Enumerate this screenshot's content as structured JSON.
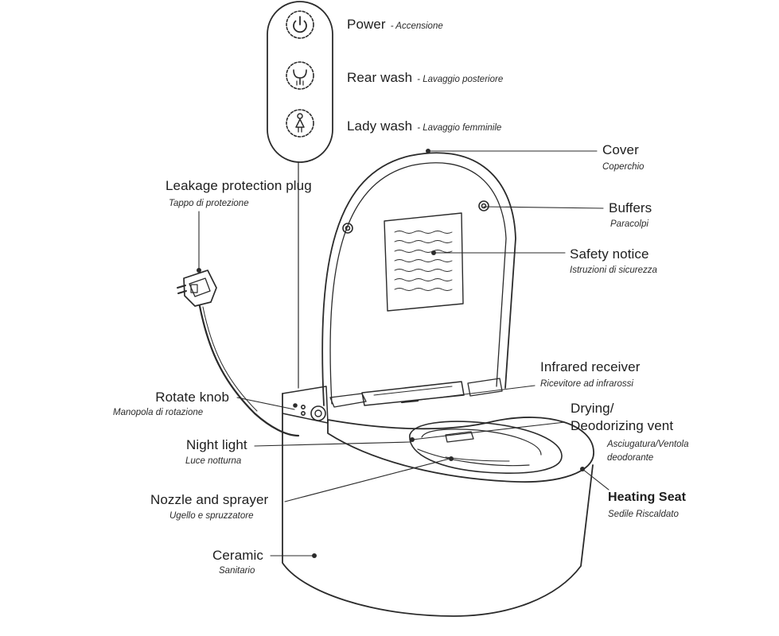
{
  "remote": {
    "buttons": [
      {
        "label": "Power",
        "sublabel": "- Accensione",
        "icon": "power-icon"
      },
      {
        "label": "Rear wash",
        "sublabel": "- Lavaggio posteriore",
        "icon": "rear-wash-icon"
      },
      {
        "label": "Lady wash",
        "sublabel": "- Lavaggio femminile",
        "icon": "lady-wash-icon"
      }
    ]
  },
  "callouts": {
    "cover": {
      "label": "Cover",
      "sublabel": "Coperchio"
    },
    "buffers": {
      "label": "Buffers",
      "sublabel": "Paracolpi"
    },
    "safety_notice": {
      "label": "Safety notice",
      "sublabel": "Istruzioni di sicurezza"
    },
    "leakage_plug": {
      "label": "Leakage protection plug",
      "sublabel": "Tappo di protezione"
    },
    "infrared_receiver": {
      "label": "Infrared receiver",
      "sublabel": "Ricevitore ad infrarossi"
    },
    "drying_vent": {
      "label_line1": "Drying/",
      "label_line2": "Deodorizing vent",
      "sublabel_line1": "Asciugatura/Ventola",
      "sublabel_line2": "deodorante"
    },
    "rotate_knob": {
      "label": "Rotate knob",
      "sublabel": "Manopola di rotazione"
    },
    "night_light": {
      "label": "Night light",
      "sublabel": "Luce notturna"
    },
    "nozzle": {
      "label": "Nozzle and sprayer",
      "sublabel": "Ugello e spruzzatore"
    },
    "heating_seat": {
      "label": "Heating Seat",
      "sublabel": "Sedile Riscaldato"
    },
    "ceramic": {
      "label": "Ceramic",
      "sublabel": "Sanitario"
    }
  }
}
